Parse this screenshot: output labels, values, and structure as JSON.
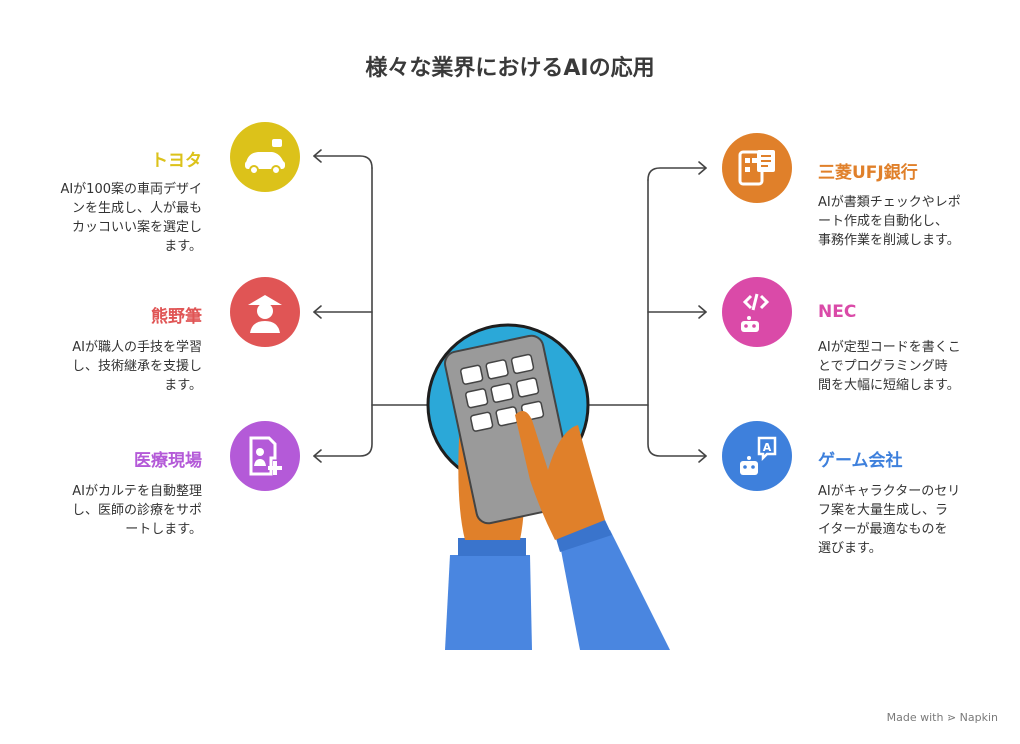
{
  "title": "様々な業界におけるAIの応用",
  "nodes_left": [
    {
      "title": "トヨタ",
      "desc": "AIが100案の車両デザイ\nンを生成し、人が最も\nカッコいい案を選定し\nます。",
      "color": "#dcc21a",
      "icon": "car-robot-icon"
    },
    {
      "title": "熊野筆",
      "desc": "AIが職人の手技を学習\nし、技術継承を支援し\nます。",
      "color": "#e05555",
      "icon": "craftsman-icon"
    },
    {
      "title": "医療現場",
      "desc": "AIがカルテを自動整理\nし、医師の診療をサポ\nートします。",
      "color": "#b45ad8",
      "icon": "medical-record-icon"
    }
  ],
  "nodes_right": [
    {
      "title": "三菱UFJ銀行",
      "desc": "AIが書類チェックやレポ\nート作成を自動化し、\n事務作業を削減します。",
      "color": "#e0802a",
      "icon": "documents-icon"
    },
    {
      "title": "NEC",
      "desc": "AIが定型コードを書くこ\nとでプログラミング時\n間を大幅に短縮します。",
      "color": "#da4aa8",
      "icon": "code-robot-icon"
    },
    {
      "title": "ゲーム会社",
      "desc": "AIがキャラクターのセリ\nフ案を大量生成し、ラ\nイターが最適なものを\n選びます。",
      "color": "#3e80dc",
      "icon": "chat-robot-icon"
    }
  ],
  "footer": "Made with ⋗ Napkin"
}
